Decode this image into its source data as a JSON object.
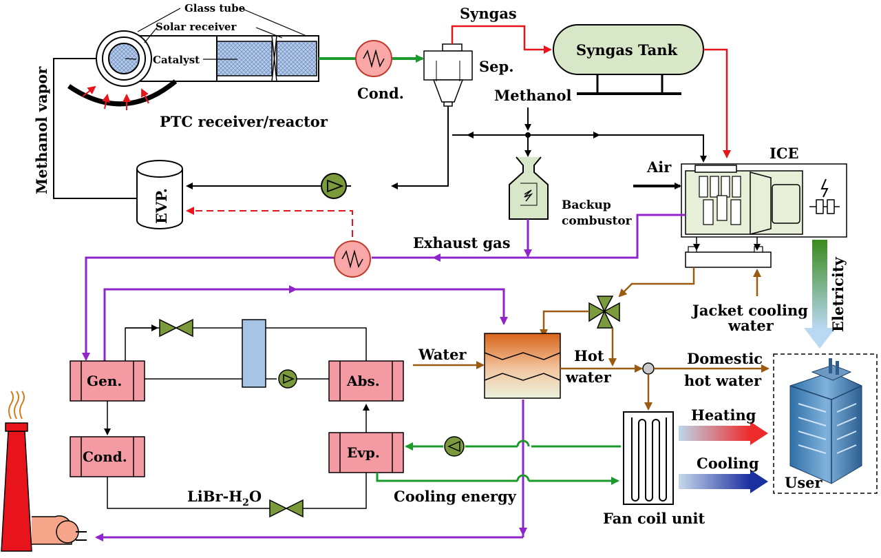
{
  "labels": {
    "glass_tube": "Glass tube",
    "solar_receiver": "Solar receiver",
    "catalyst": "Catalyst",
    "ptc": "PTC  receiver/reactor",
    "methanol_vapor": "Methanol vapor",
    "cond_top": "Cond.",
    "syngas": "Syngas",
    "sep": "Sep.",
    "syngas_tank": "Syngas Tank",
    "methanol": "Methanol",
    "ice": "ICE",
    "air": "Air",
    "evp_top": "EVP.",
    "backup_1": "Backup",
    "backup_2": "combustor",
    "exhaust_gas": "Exhaust gas",
    "electricity": "Eletricity",
    "jacket_1": "Jacket cooling",
    "jacket_2": "water",
    "water": "Water",
    "hot_1": "Hot",
    "hot_2": "water",
    "domestic_1": "Domestic",
    "domestic_2": "hot water",
    "gen": "Gen.",
    "abs": "Abs.",
    "cond_bottom": "Cond.",
    "evp_bottom": "Evp.",
    "librh2o_main": "LiBr-H",
    "librh2o_sub": "2",
    "librh2o_end": "O",
    "cooling_energy": "Cooling energy",
    "heating": "Heating",
    "cooling": "Cooling",
    "fan_coil": "Fan coil unit",
    "user": "User"
  },
  "colors": {
    "methanol_line": "#000000",
    "syngas_line": "#e8141b",
    "exhaust_line": "#8e24c9",
    "solar_line": "#1a9a2a",
    "water_line": "#9a5a12",
    "cooling_line": "#1a9a2a",
    "hx_box": "#f49aa3",
    "tank_fill": "#d7e7c8",
    "icon_green": "#7a9a3c"
  }
}
